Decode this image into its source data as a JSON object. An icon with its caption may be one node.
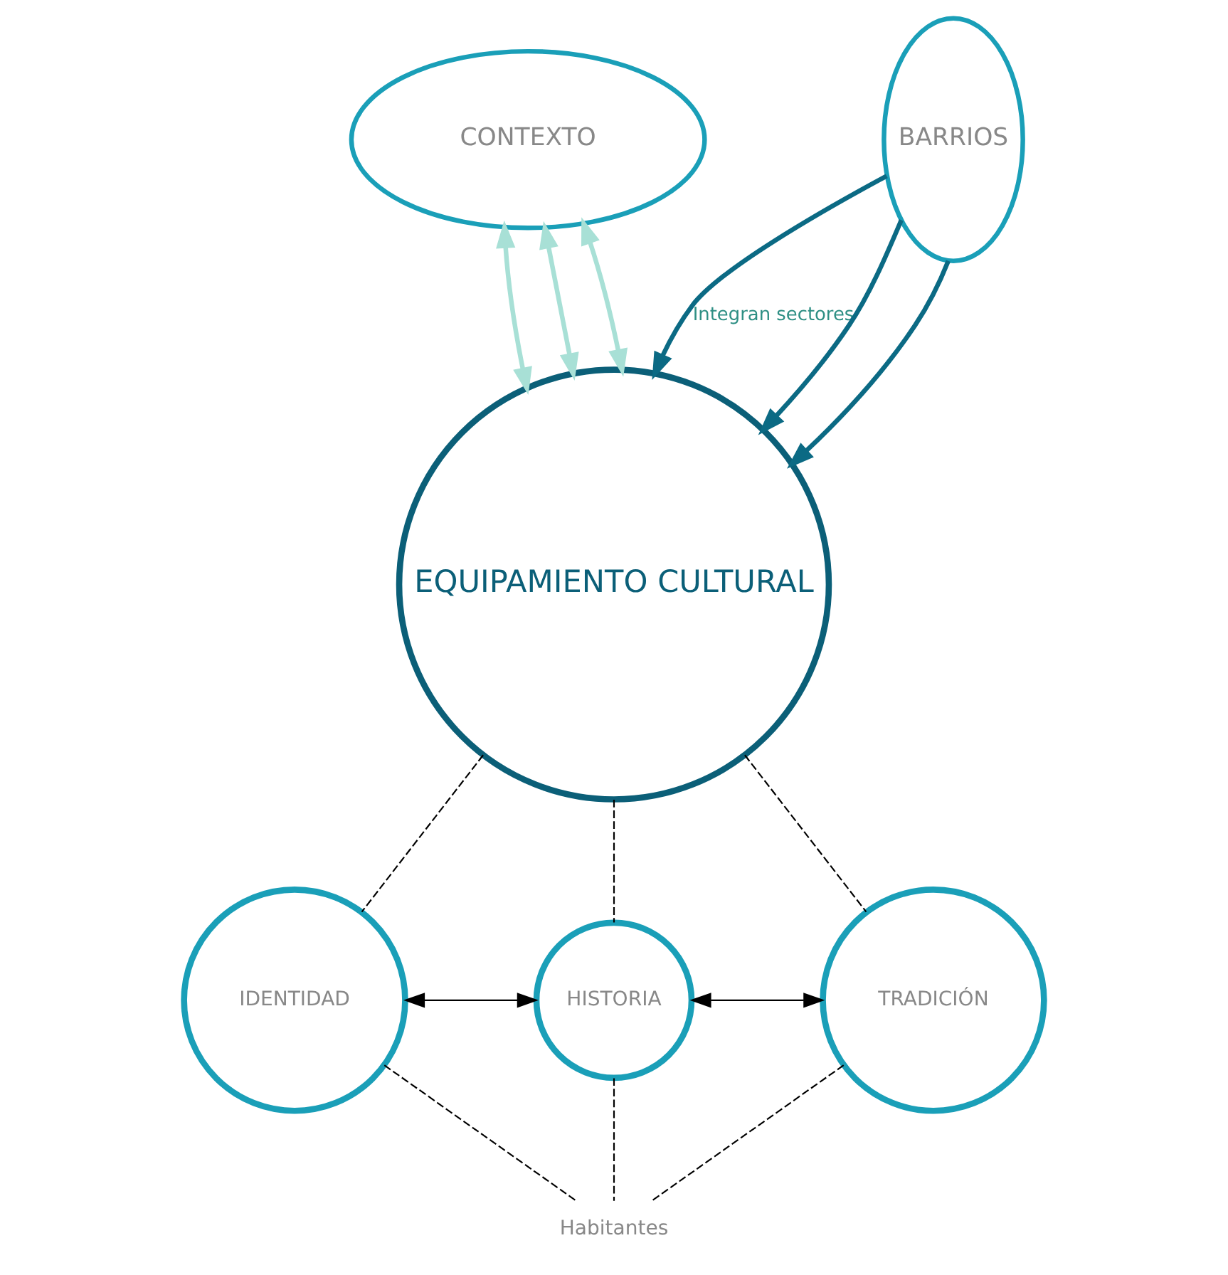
{
  "diagram": {
    "nodes": [
      {
        "text": [
          "EQUIPAMIENTO CULTURAL"
        ]
      },
      {
        "text": [
          "IDENTIDAD"
        ]
      },
      {
        "text": [
          "HISTORIA"
        ]
      },
      {
        "text": [
          "TRADICIÓN"
        ]
      },
      {
        "text": [
          "Habitantes"
        ]
      },
      {
        "text": [
          "CONTEXTO"
        ]
      },
      {
        "text": [
          "BARRIOS"
        ]
      }
    ],
    "edges": [
      {
        "from": 6,
        "to": 0,
        "arrow": "to",
        "label": "Integran sectores",
        "style": "thick",
        "color": "#0b6a84"
      },
      {
        "from": 6,
        "to": 0,
        "arrow": "to",
        "style": "thick",
        "color": "#0b6a84"
      },
      {
        "from": 6,
        "to": 0,
        "arrow": "to",
        "style": "thick",
        "color": "#0b6a84"
      },
      {
        "from": 5,
        "to": 0,
        "arrow": "both",
        "style": "thick",
        "color": "#a8e0d6"
      },
      {
        "from": 5,
        "to": 0,
        "arrow": "both",
        "style": "thick",
        "color": "#a8e0d6"
      },
      {
        "from": 5,
        "to": 0,
        "arrow": "both",
        "style": "thick",
        "color": "#a8e0d6"
      },
      {
        "from": 0,
        "to": 1,
        "arrow": "none",
        "style": "dashed"
      },
      {
        "from": 0,
        "to": 2,
        "arrow": "none",
        "style": "dashed"
      },
      {
        "from": 0,
        "to": 3,
        "arrow": "none",
        "style": "dashed"
      },
      {
        "from": 1,
        "to": 2,
        "arrow": "both"
      },
      {
        "from": 3,
        "to": 2,
        "arrow": "both"
      },
      {
        "from": 1,
        "to": 4,
        "arrow": "none",
        "style": "dashed"
      },
      {
        "from": 2,
        "to": 4,
        "arrow": "none",
        "style": "dashed"
      },
      {
        "from": 3,
        "to": 4,
        "arrow": "none",
        "style": "dashed"
      }
    ]
  }
}
